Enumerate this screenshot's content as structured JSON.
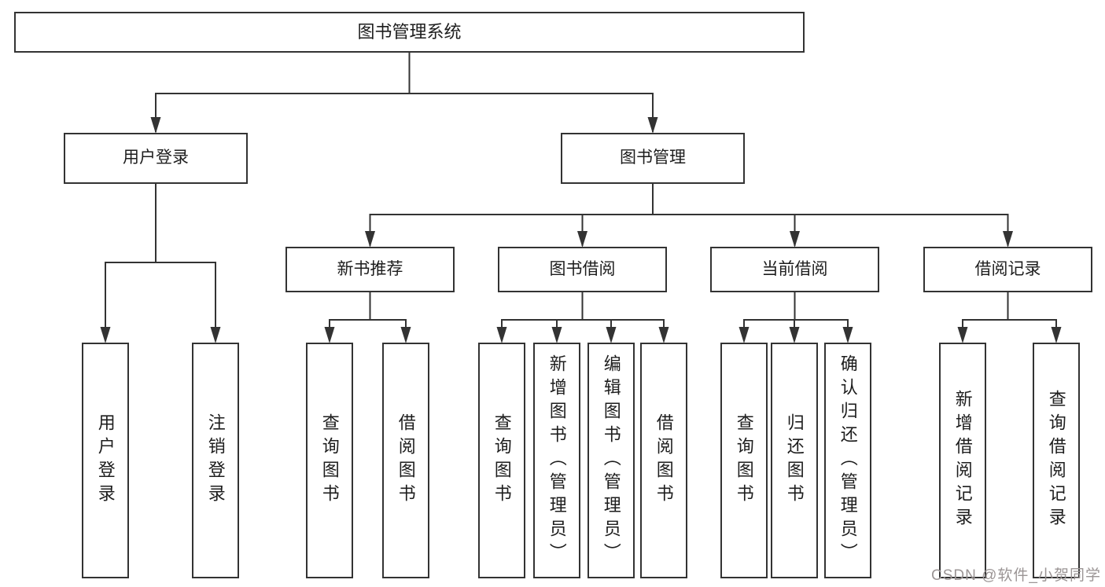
{
  "colors": {
    "line": "#333333",
    "box_border": "#333333",
    "box_background": "#ffffff",
    "text": "#1d1d1d",
    "watermark": "#9b9595",
    "page_background": "#ffffff"
  },
  "watermark": {
    "text": "CSDN @软件_小贺同学"
  },
  "tree": {
    "root": {
      "label": "图书管理系统"
    },
    "branches": [
      {
        "label": "用户登录",
        "children": [
          {
            "label": "用户登录"
          },
          {
            "label": "注销登录"
          }
        ]
      },
      {
        "label": "图书管理",
        "children": [
          {
            "label": "新书推荐",
            "children": [
              {
                "label": "查询图书"
              },
              {
                "label": "借阅图书"
              }
            ]
          },
          {
            "label": "图书借阅",
            "children": [
              {
                "label": "查询图书"
              },
              {
                "label": "新增图书（管理员）"
              },
              {
                "label": "编辑图书（管理员）"
              },
              {
                "label": "借阅图书"
              }
            ]
          },
          {
            "label": "当前借阅",
            "children": [
              {
                "label": "查询图书"
              },
              {
                "label": "归还图书"
              },
              {
                "label": "确认归还（管理员）"
              }
            ]
          },
          {
            "label": "借阅记录",
            "children": [
              {
                "label": "新增借阅记录"
              },
              {
                "label": "查询借阅记录"
              }
            ]
          }
        ]
      }
    ]
  }
}
